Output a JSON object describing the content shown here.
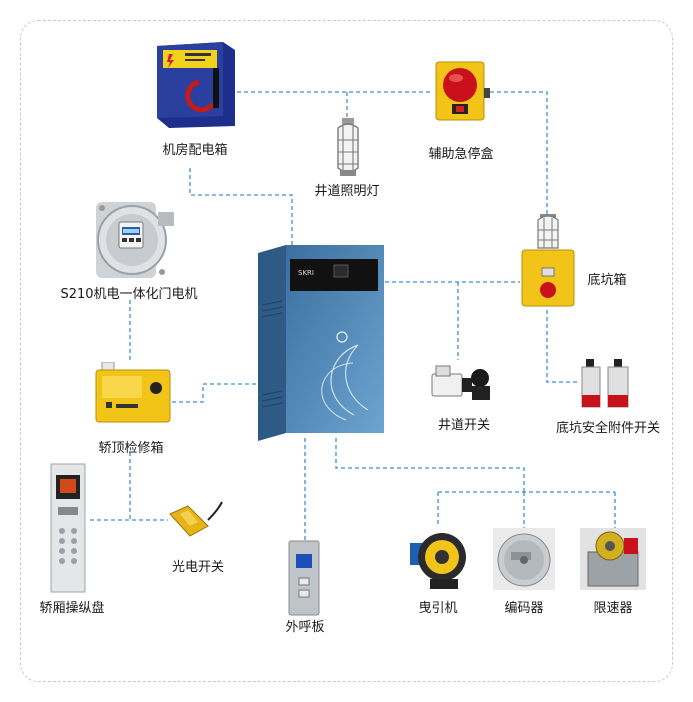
{
  "labels": {
    "machine_room_box": "机房配电箱",
    "shaft_light": "井道照明灯",
    "aux_stop_box": "辅助急停盒",
    "door_motor": "S210机电一体化门电机",
    "pit_box": "底坑箱",
    "car_top_box": "轿顶检修箱",
    "shaft_switch": "井道开关",
    "pit_safety_switch": "底坑安全附件开关",
    "photo_switch": "光电开关",
    "car_panel": "轿厢操纵盘",
    "hall_panel": "外呼板",
    "traction_machine": "曳引机",
    "encoder": "编码器",
    "speed_governor": "限速器"
  },
  "controller": {
    "brand": "SKRI"
  },
  "colors": {
    "connector_line": "#3d8fd9",
    "frame_border": "#c9c9c9",
    "cabinet_blue": "#5b8db8",
    "device_yellow": "#f2c418",
    "device_blue": "#2b3f9e"
  }
}
